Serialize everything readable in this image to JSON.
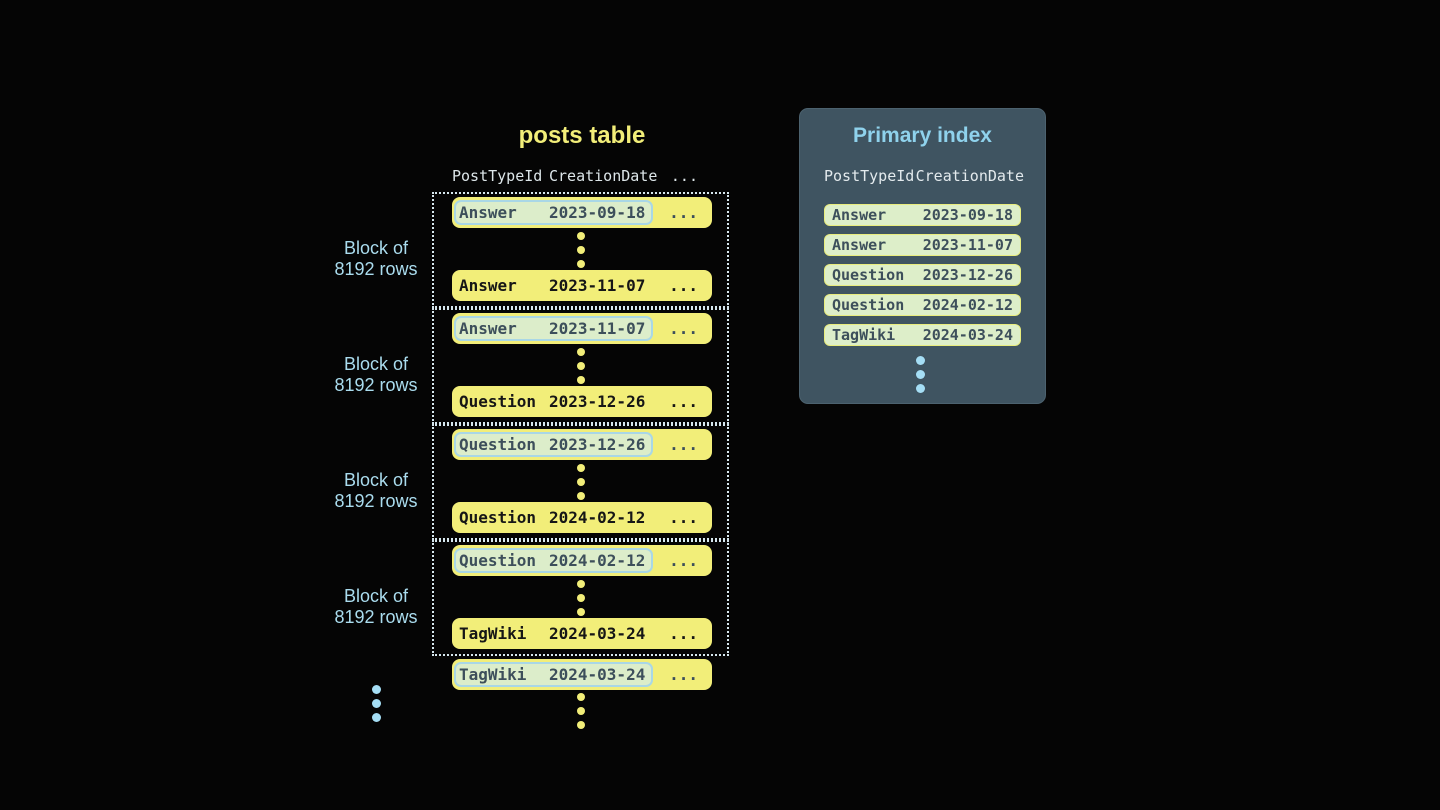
{
  "colors": {
    "background": "#050505",
    "row_yellow": "#f2ee79",
    "highlight_mint": "#dcedca",
    "highlight_border_blue": "#a9d7e6",
    "slate_text": "#3d4f5b",
    "black_text": "#161616",
    "dotted_border": "#d6e7ee",
    "label_blue": "#aadcee",
    "panel_bg": "#3f5461",
    "panel_title_blue": "#8fd2ec",
    "index_row_bg": "#ddeec9",
    "index_row_border": "#e9ed7e",
    "blue_dot": "#a5def5"
  },
  "posts_table": {
    "title": "posts table",
    "columns": [
      "PostTypeId",
      "CreationDate",
      "..."
    ],
    "ellipsis": "...",
    "block_label": {
      "line1": "Block of",
      "line2": "8192 rows"
    },
    "blocks": [
      {
        "first": {
          "type": "Answer",
          "date": "2023-09-18"
        },
        "last": {
          "type": "Answer",
          "date": "2023-11-07"
        }
      },
      {
        "first": {
          "type": "Answer",
          "date": "2023-11-07"
        },
        "last": {
          "type": "Question",
          "date": "2023-12-26"
        }
      },
      {
        "first": {
          "type": "Question",
          "date": "2023-12-26"
        },
        "last": {
          "type": "Question",
          "date": "2024-02-12"
        }
      },
      {
        "first": {
          "type": "Question",
          "date": "2024-02-12"
        },
        "last": {
          "type": "TagWiki",
          "date": "2024-03-24"
        }
      }
    ],
    "overflow_row": {
      "type": "TagWiki",
      "date": "2024-03-24"
    }
  },
  "primary_index": {
    "title": "Primary index",
    "columns": [
      "PostTypeId",
      "CreationDate"
    ],
    "rows": [
      {
        "type": "Answer",
        "date": "2023-09-18"
      },
      {
        "type": "Answer",
        "date": "2023-11-07"
      },
      {
        "type": "Question",
        "date": "2023-12-26"
      },
      {
        "type": "Question",
        "date": "2024-02-12"
      },
      {
        "type": "TagWiki",
        "date": "2024-03-24"
      }
    ]
  }
}
